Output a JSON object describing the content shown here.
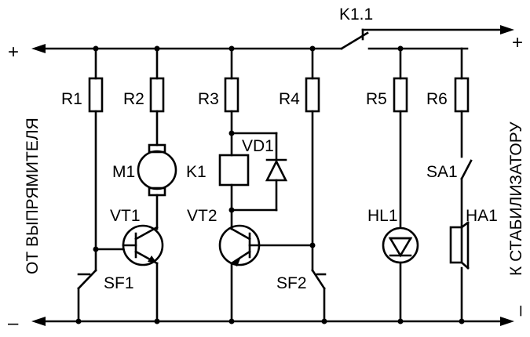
{
  "rails": {
    "plus_left": "+",
    "plus_right": "+",
    "minus_left": "–",
    "minus_right": "–"
  },
  "side_labels": {
    "left": "ОТ ВЫПРЯМИТЕЛЯ",
    "right": "К СТАБИЛИЗАТОРУ"
  },
  "components": {
    "k1_1": "K1.1",
    "r1": "R1",
    "r2": "R2",
    "r3": "R3",
    "r4": "R4",
    "r5": "R5",
    "r6": "R6",
    "m1": "M1",
    "k1": "K1",
    "vd1": "VD1",
    "vt1": "VT1",
    "vt2": "VT2",
    "sf1": "SF1",
    "sf2": "SF2",
    "sa1": "SA1",
    "hl1": "HL1",
    "ha1": "HA1"
  }
}
